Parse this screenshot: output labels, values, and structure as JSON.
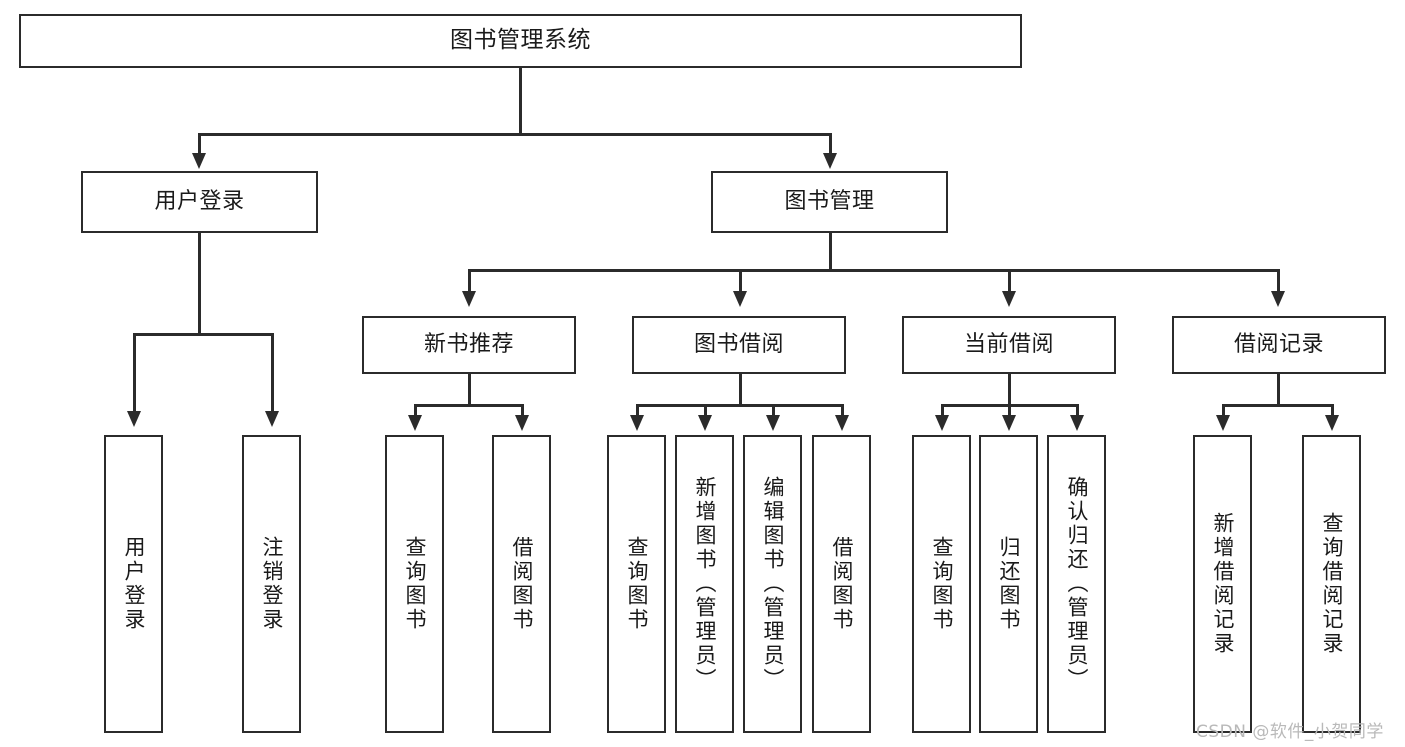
{
  "diagram": {
    "type": "tree-hierarchy-chart",
    "title": "图书管理系统",
    "watermark": "CSDN @软件_小贺同学",
    "colors": {
      "box_border": "#2b2b2b",
      "box_fill": "#ffffff",
      "connector": "#2b2b2b",
      "text": "#1a1a1a",
      "watermark": "#b9b9b9",
      "background": "#ffffff"
    },
    "root": {
      "label": "图书管理系统"
    },
    "level2": [
      {
        "label": "用户登录"
      },
      {
        "label": "图书管理"
      }
    ],
    "level3": [
      {
        "label": "新书推荐"
      },
      {
        "label": "图书借阅"
      },
      {
        "label": "当前借阅"
      },
      {
        "label": "借阅记录"
      }
    ],
    "leaves": {
      "user_login": [
        {
          "label": "用户登录"
        },
        {
          "label": "注销登录"
        }
      ],
      "new_book_recommend": [
        {
          "label": "查询图书"
        },
        {
          "label": "借阅图书"
        }
      ],
      "book_borrow": [
        {
          "label": "查询图书"
        },
        {
          "label": "新增图书（管理员）"
        },
        {
          "label": "编辑图书（管理员）"
        },
        {
          "label": "借阅图书"
        }
      ],
      "current_borrow": [
        {
          "label": "查询图书"
        },
        {
          "label": "归还图书"
        },
        {
          "label": "确认归还（管理员）"
        }
      ],
      "borrow_records": [
        {
          "label": "新增借阅记录"
        },
        {
          "label": "查询借阅记录"
        }
      ]
    }
  }
}
